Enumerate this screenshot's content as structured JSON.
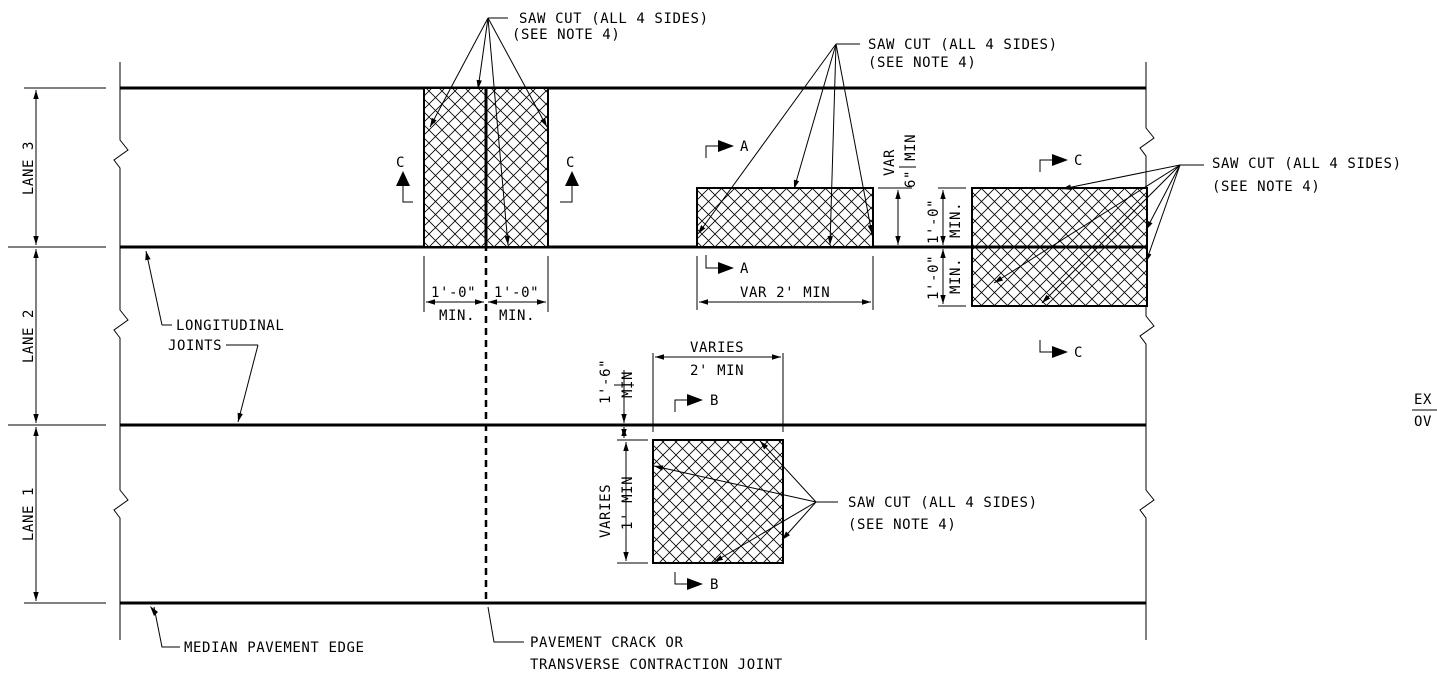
{
  "lanes": [
    "LANE 3",
    "LANE 2",
    "LANE 1"
  ],
  "labels": {
    "longitudinal_1": "LONGITUDINAL",
    "longitudinal_2": "JOINTS",
    "median_edge": "MEDIAN PAVEMENT EDGE",
    "crack_1": "PAVEMENT CRACK OR",
    "crack_2": "TRANSVERSE CONTRACTION JOINT",
    "saw_cut": "SAW CUT (ALL 4 SIDES)",
    "see_note_paren": "(SEE NOTE 4)",
    "see_note": "(SEE NOTE 4)",
    "partial_right_1": "EX",
    "partial_right_2": "OV"
  },
  "section_marks": {
    "a": "A",
    "b": "B",
    "c": "C"
  },
  "dimensions": {
    "one_foot": "1'-0\"",
    "min_dot": "MIN.",
    "var": "VAR",
    "six_in_min": "6\" MIN",
    "var_2_min": "VAR 2' MIN",
    "varies": "VARIES",
    "two_ft_min": "2' MIN",
    "one_six": "1'-6\"",
    "min": "MIN",
    "one_ft_min": "1' MIN"
  }
}
